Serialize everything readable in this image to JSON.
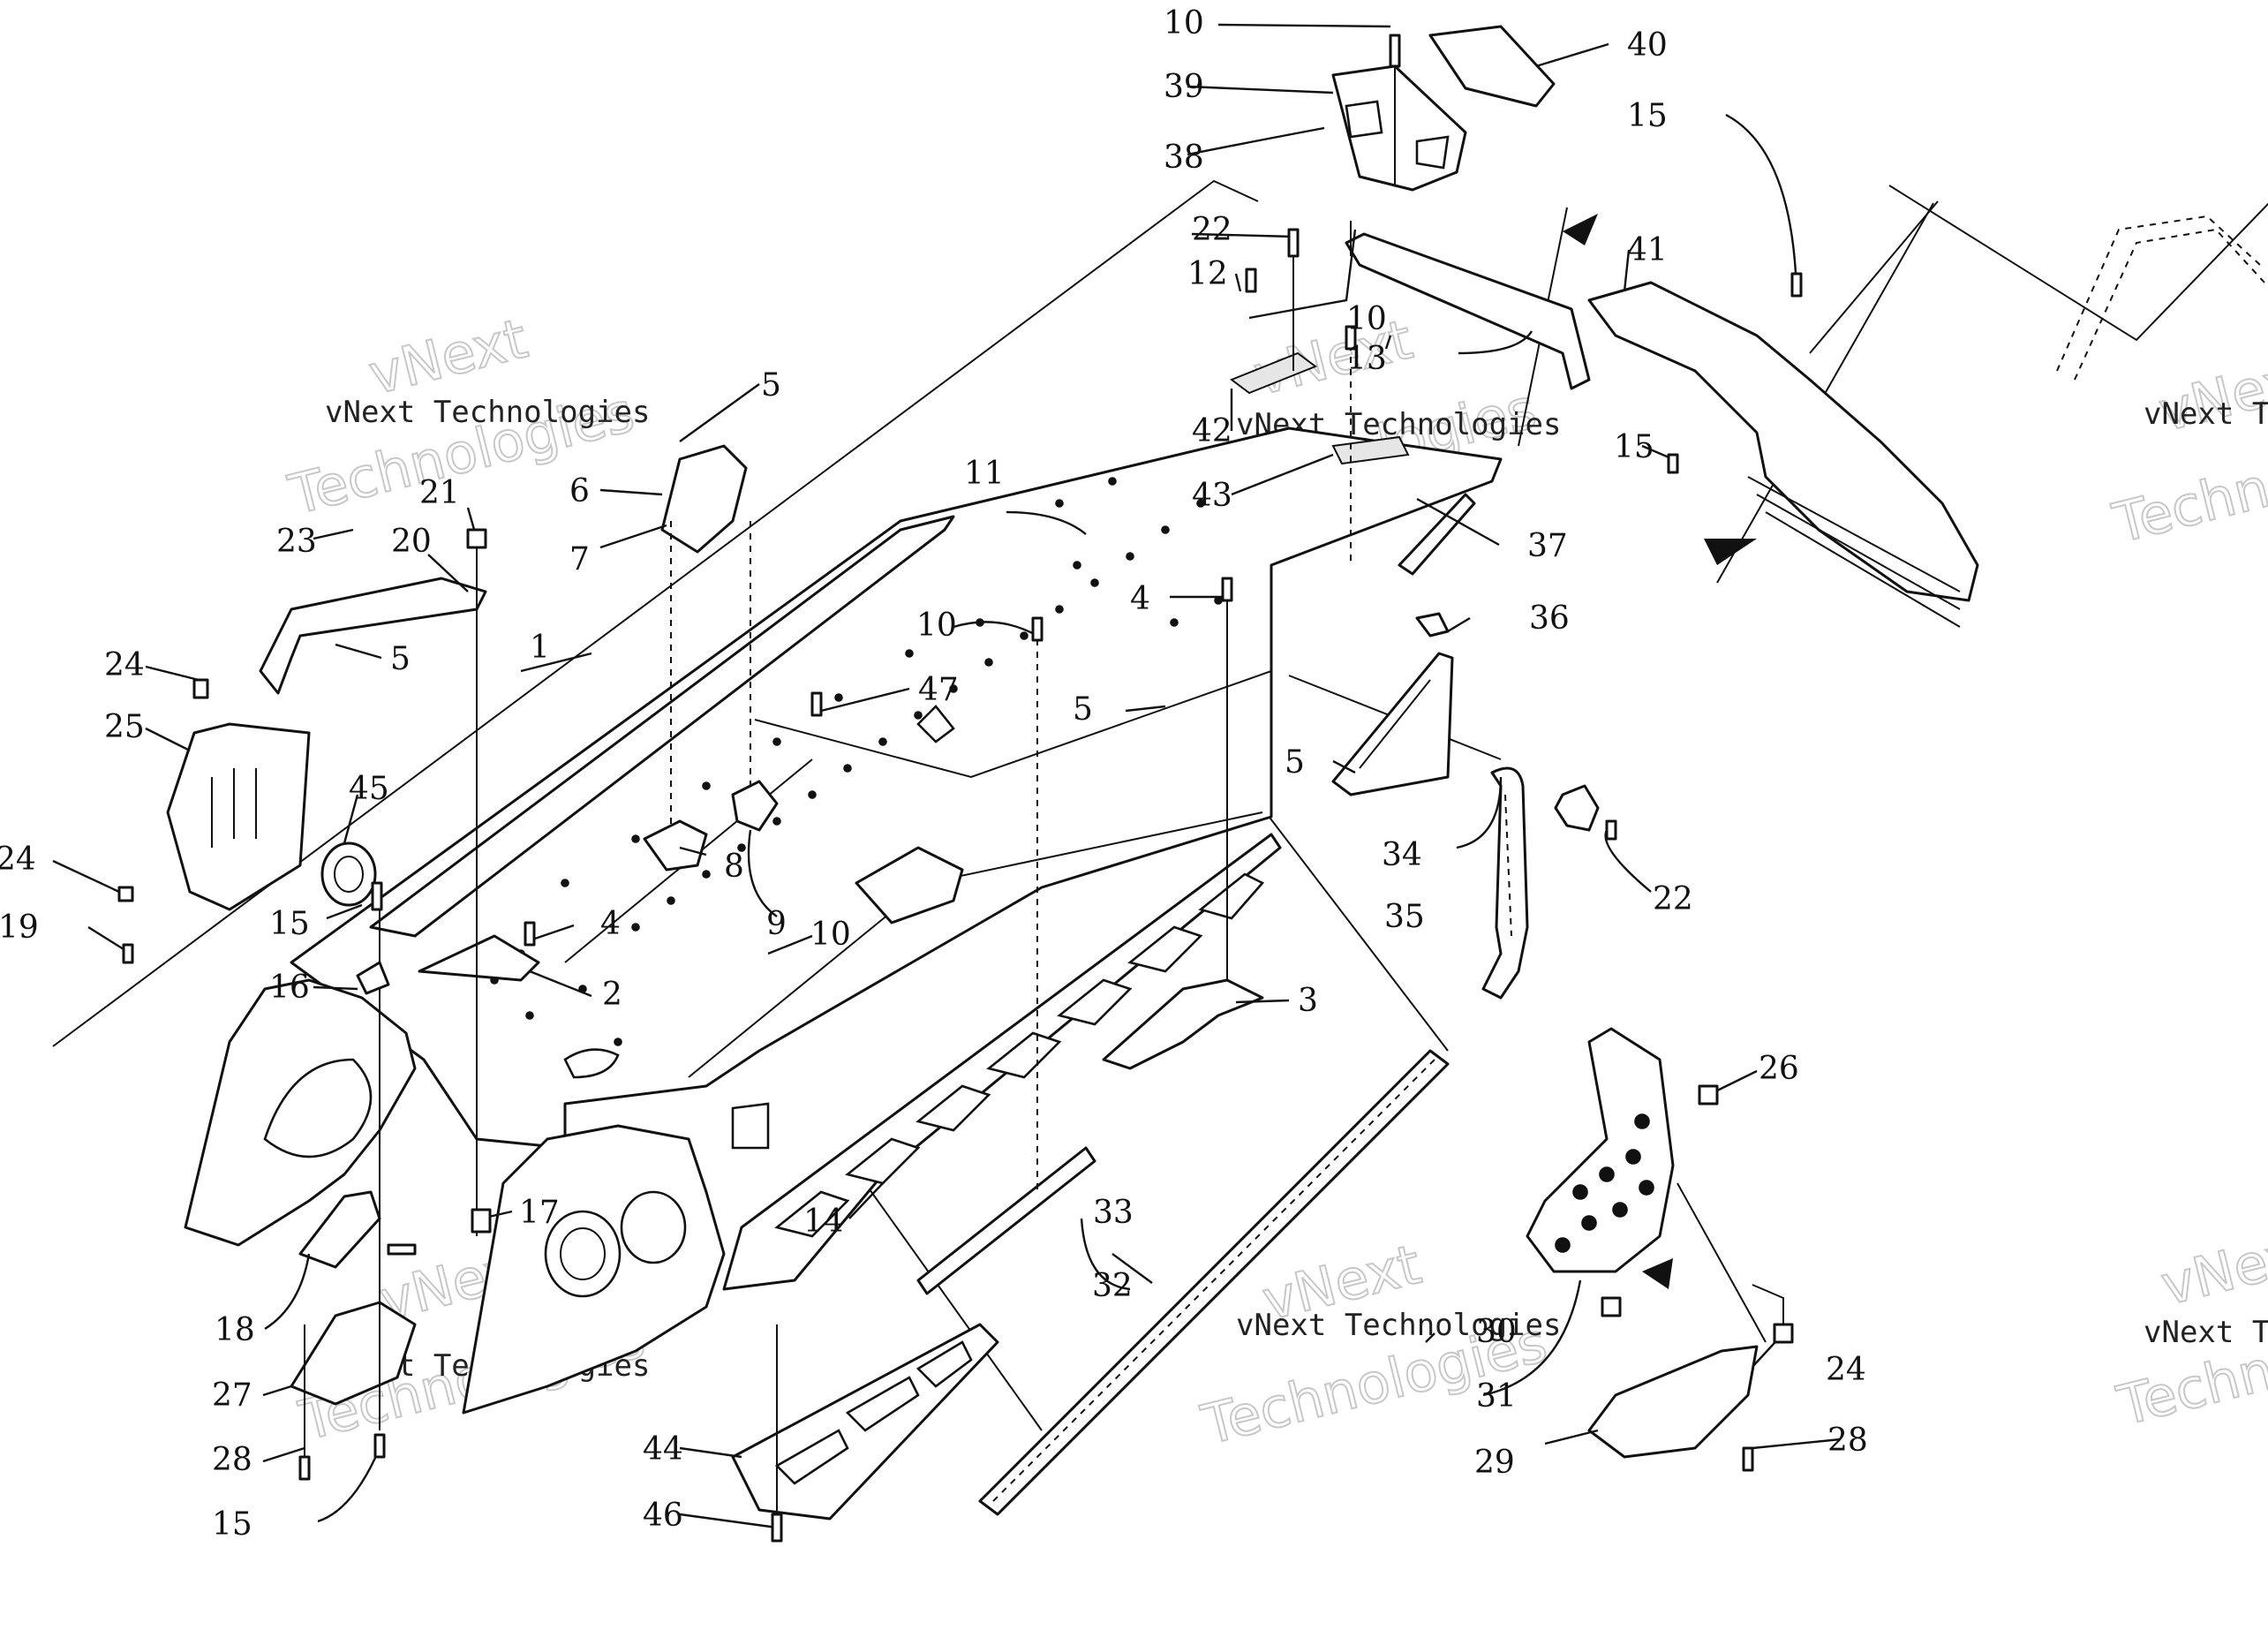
{
  "diagram": {
    "labels": [
      "1",
      "2",
      "3",
      "4",
      "4",
      "5",
      "5",
      "5",
      "5",
      "6",
      "7",
      "8",
      "9",
      "10",
      "10",
      "10",
      "10",
      "11",
      "12",
      "13",
      "14",
      "15",
      "15",
      "15",
      "15",
      "16",
      "17",
      "18",
      "19",
      "20",
      "21",
      "22",
      "22",
      "23",
      "24",
      "24",
      "24",
      "25",
      "26",
      "27",
      "28",
      "28",
      "29",
      "30",
      "31",
      "32",
      "33",
      "34",
      "35",
      "36",
      "37",
      "38",
      "39",
      "40",
      "41",
      "42",
      "43",
      "44",
      "45",
      "46",
      "47"
    ],
    "watermark": {
      "company": "vNext Technologies",
      "word1": "vNext",
      "word2": "Technologies"
    }
  }
}
